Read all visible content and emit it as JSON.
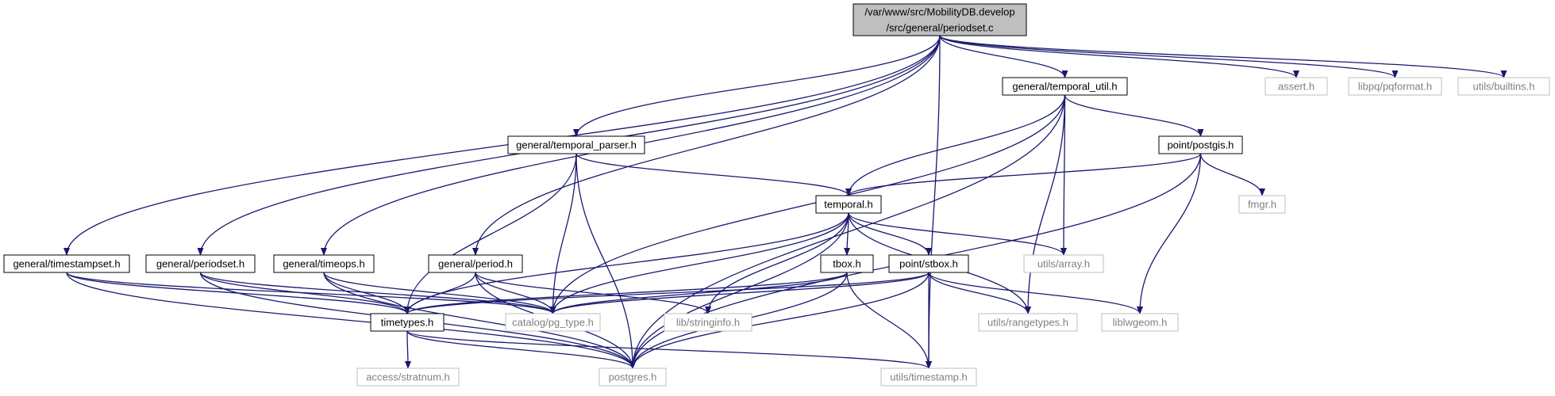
{
  "colors": {
    "edge": "#191970",
    "root_fill": "#bfbfbf",
    "root_border": "#000000",
    "node_border": "#000000",
    "external_border": "#bfbfbf",
    "node_text": "#000000",
    "external_text": "#808080"
  },
  "graph": {
    "nodes": [
      {
        "id": "root",
        "lines": [
          "/var/www/src/MobilityDB.develop",
          "/src/general/periodset.c"
        ],
        "kind": "root"
      },
      {
        "id": "temporal_util",
        "lines": [
          "general/temporal_util.h"
        ],
        "kind": "documented"
      },
      {
        "id": "assert",
        "lines": [
          "assert.h"
        ],
        "kind": "external"
      },
      {
        "id": "pqformat",
        "lines": [
          "libpq/pqformat.h"
        ],
        "kind": "external"
      },
      {
        "id": "builtins",
        "lines": [
          "utils/builtins.h"
        ],
        "kind": "external"
      },
      {
        "id": "temporal_parser",
        "lines": [
          "general/temporal_parser.h"
        ],
        "kind": "documented"
      },
      {
        "id": "postgis",
        "lines": [
          "point/postgis.h"
        ],
        "kind": "documented"
      },
      {
        "id": "fmgr",
        "lines": [
          "fmgr.h"
        ],
        "kind": "external"
      },
      {
        "id": "temporal",
        "lines": [
          "temporal.h"
        ],
        "kind": "documented"
      },
      {
        "id": "timestampset",
        "lines": [
          "general/timestampset.h"
        ],
        "kind": "documented"
      },
      {
        "id": "periodset",
        "lines": [
          "general/periodset.h"
        ],
        "kind": "documented"
      },
      {
        "id": "timeops",
        "lines": [
          "general/timeops.h"
        ],
        "kind": "documented"
      },
      {
        "id": "period",
        "lines": [
          "general/period.h"
        ],
        "kind": "documented"
      },
      {
        "id": "tbox",
        "lines": [
          "tbox.h"
        ],
        "kind": "documented"
      },
      {
        "id": "stbox",
        "lines": [
          "point/stbox.h"
        ],
        "kind": "documented"
      },
      {
        "id": "array",
        "lines": [
          "utils/array.h"
        ],
        "kind": "external"
      },
      {
        "id": "timetypes",
        "lines": [
          "timetypes.h"
        ],
        "kind": "documented"
      },
      {
        "id": "pg_type",
        "lines": [
          "catalog/pg_type.h"
        ],
        "kind": "external"
      },
      {
        "id": "stringinfo",
        "lines": [
          "lib/stringinfo.h"
        ],
        "kind": "external"
      },
      {
        "id": "rangetypes",
        "lines": [
          "utils/rangetypes.h"
        ],
        "kind": "external"
      },
      {
        "id": "liblwgeom",
        "lines": [
          "liblwgeom.h"
        ],
        "kind": "external"
      },
      {
        "id": "stratnum",
        "lines": [
          "access/stratnum.h"
        ],
        "kind": "external"
      },
      {
        "id": "postgres",
        "lines": [
          "postgres.h"
        ],
        "kind": "external"
      },
      {
        "id": "timestamp",
        "lines": [
          "utils/timestamp.h"
        ],
        "kind": "external"
      }
    ],
    "edges": [
      [
        "root",
        "temporal_util"
      ],
      [
        "root",
        "assert"
      ],
      [
        "root",
        "pqformat"
      ],
      [
        "root",
        "builtins"
      ],
      [
        "root",
        "temporal_parser"
      ],
      [
        "root",
        "timestampset"
      ],
      [
        "root",
        "periodset"
      ],
      [
        "root",
        "timeops"
      ],
      [
        "root",
        "period"
      ],
      [
        "root",
        "timestamp"
      ],
      [
        "temporal_util",
        "temporal"
      ],
      [
        "temporal_util",
        "postgis"
      ],
      [
        "temporal_util",
        "array"
      ],
      [
        "temporal_util",
        "rangetypes"
      ],
      [
        "temporal_util",
        "pg_type"
      ],
      [
        "temporal_util",
        "postgres"
      ],
      [
        "temporal_parser",
        "temporal"
      ],
      [
        "temporal_parser",
        "timetypes"
      ],
      [
        "temporal_parser",
        "pg_type"
      ],
      [
        "temporal_parser",
        "postgres"
      ],
      [
        "postgis",
        "temporal"
      ],
      [
        "postgis",
        "fmgr"
      ],
      [
        "postgis",
        "liblwgeom"
      ],
      [
        "postgis",
        "postgres"
      ],
      [
        "temporal",
        "tbox"
      ],
      [
        "temporal",
        "stbox"
      ],
      [
        "temporal",
        "array"
      ],
      [
        "temporal",
        "rangetypes"
      ],
      [
        "temporal",
        "stringinfo"
      ],
      [
        "temporal",
        "pg_type"
      ],
      [
        "temporal",
        "timetypes"
      ],
      [
        "temporal",
        "postgres"
      ],
      [
        "timestampset",
        "timetypes"
      ],
      [
        "timestampset",
        "pg_type"
      ],
      [
        "timestampset",
        "postgres"
      ],
      [
        "periodset",
        "timetypes"
      ],
      [
        "periodset",
        "pg_type"
      ],
      [
        "periodset",
        "postgres"
      ],
      [
        "timeops",
        "timetypes"
      ],
      [
        "timeops",
        "pg_type"
      ],
      [
        "timeops",
        "postgres"
      ],
      [
        "period",
        "timetypes"
      ],
      [
        "period",
        "pg_type"
      ],
      [
        "period",
        "stringinfo"
      ],
      [
        "period",
        "postgres"
      ],
      [
        "tbox",
        "timetypes"
      ],
      [
        "tbox",
        "pg_type"
      ],
      [
        "tbox",
        "postgres"
      ],
      [
        "tbox",
        "timestamp"
      ],
      [
        "stbox",
        "timetypes"
      ],
      [
        "stbox",
        "pg_type"
      ],
      [
        "stbox",
        "rangetypes"
      ],
      [
        "stbox",
        "liblwgeom"
      ],
      [
        "stbox",
        "timestamp"
      ],
      [
        "stbox",
        "postgres"
      ],
      [
        "timetypes",
        "stratnum"
      ],
      [
        "timetypes",
        "postgres"
      ],
      [
        "timetypes",
        "timestamp"
      ]
    ]
  }
}
